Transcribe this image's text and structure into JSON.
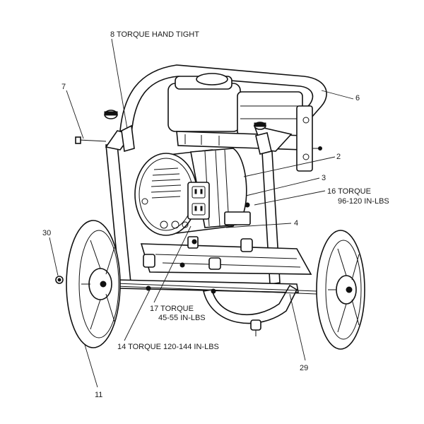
{
  "callouts": {
    "c8": "8 TORQUE HAND TIGHT",
    "c7": "7",
    "c6": "6",
    "c2": "2",
    "c3": "3",
    "c16a": "16 TORQUE",
    "c16b": "96-120 IN-LBS",
    "c4": "4",
    "c30": "30",
    "c17a": "17 TORQUE",
    "c17b": "45-55 IN-LBS",
    "c14": "14 TORQUE 120-144 IN-LBS",
    "c29": "29",
    "c11": "11"
  }
}
